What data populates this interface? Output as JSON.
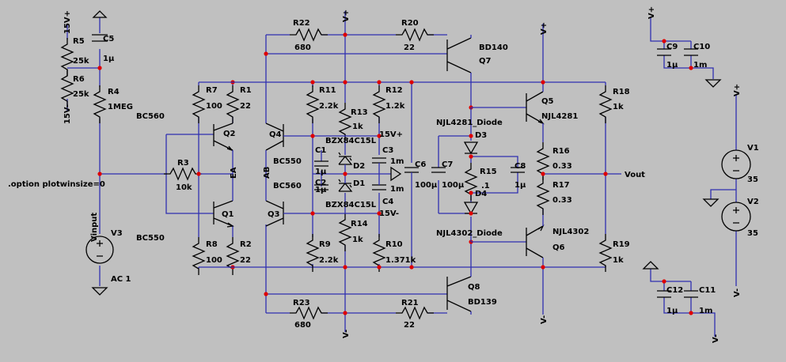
{
  "title": "",
  "labels": {
    "v_plus": "V+",
    "v_minus": "V-",
    "r5_name": "R5",
    "r5_val": "25k",
    "r6_name": "R6",
    "r6_val": "25k",
    "v15_plus": "15V+",
    "v15_minus": "15V-",
    "c5_name": "C5",
    "c5_val": "1µ",
    "r4_name": "R4",
    "r4_val": "1MEG",
    "bc560_top": "BC560",
    "r22_name": "R22",
    "r22_val": "680",
    "r20_name": "R20",
    "r20_val": "22",
    "bd140": "BD140",
    "q7": "Q7",
    "r7_name": "R7",
    "r7_val": "100",
    "r1_name": "R1",
    "r1_val": "22",
    "r11_name": "R11",
    "r11_val": "2.2k",
    "r12_name": "R12",
    "r12_val": "1.2k",
    "r13_name": "R13",
    "r13_val": "1k",
    "q2": "Q2",
    "q4": "Q4",
    "bzx_top": "BZX84C15L",
    "c1_name": "C1",
    "c1_val": "1µ",
    "c3_name": "C3",
    "c3_val": "1m",
    "d2": "D2",
    "d1": "D1",
    "c2_name": "C2",
    "c2_val": "1µ",
    "c4_name": "C4",
    "c4_val": "1m",
    "bc550_mid": "BC550",
    "bc560_mid": "BC560",
    "bzx_bot": "BZX84C15L",
    "r3_name": "R3",
    "r3_val": "10k",
    "ea": "EA",
    "ab": "AB",
    "option": ".option plotwinsize=0",
    "q1": "Q1",
    "q3": "Q3",
    "vinput": "Vinput",
    "v3": "V3",
    "ac1": "AC 1",
    "bc550_bot": "BC550",
    "r8_name": "R8",
    "r8_val": "100",
    "r2_name": "R2",
    "r2_val": "22",
    "r9_name": "R9",
    "r9_val": "2.2k",
    "r14_name": "R14",
    "r14_val": "1k",
    "r10_name": "R10",
    "r10_val": "1.371k",
    "c6_name": "C6",
    "c6_val": "100µ",
    "c7_name": "C7",
    "c7_val": "100µ",
    "njl4281_diode": "NJL4281_Diode",
    "d3": "D3",
    "d4": "D4",
    "r15_name": "R15",
    "r15_val": ".1",
    "c8_name": "C8",
    "c8_val": "1µ",
    "njl4302_diode": "NJL4302_Diode",
    "q5": "Q5",
    "njl4281": "NJL4281",
    "r16_name": "R16",
    "r16_val": "0.33",
    "r17_name": "R17",
    "r17_val": "0.33",
    "njl4302": "NJL4302",
    "q6": "Q6",
    "r18_name": "R18",
    "r18_val": "1k",
    "r19_name": "R19",
    "r19_val": "1k",
    "vout": "Vout",
    "q8": "Q8",
    "bd139": "BD139",
    "r23_name": "R23",
    "r23_val": "680",
    "r21_name": "R21",
    "r21_val": "22",
    "c9_name": "C9",
    "c9_val": "1µ",
    "c10_name": "C10",
    "c10_val": "1m",
    "v1_name": "V1",
    "v1_val": "35",
    "v2_name": "V2",
    "v2_val": "35",
    "c12_name": "C12",
    "c12_val": "1µ",
    "c11_name": "C11",
    "c11_val": "1m"
  }
}
